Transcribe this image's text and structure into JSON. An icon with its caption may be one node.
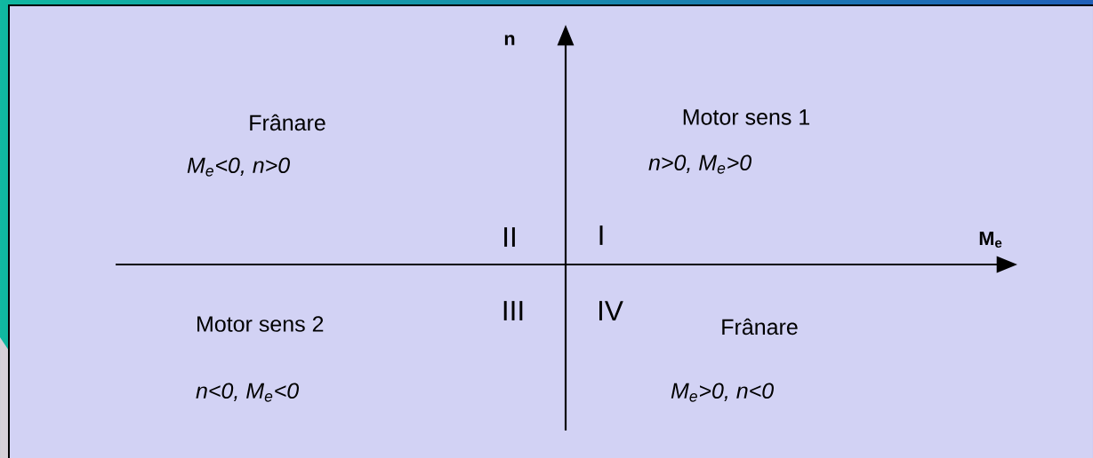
{
  "diagram": {
    "labels": [
      "n",
      "Frânare",
      "Motor sens 1",
      "M$_{e}$<0, n>0",
      "n>0, M$_{e}$>0",
      "II",
      "I",
      "M$_{e}$",
      "III",
      "IV",
      "Motor sens 2",
      "Frânare",
      "n<0, M$_{e}$<0",
      "M$_{e}$>0, n<0"
    ]
  }
}
